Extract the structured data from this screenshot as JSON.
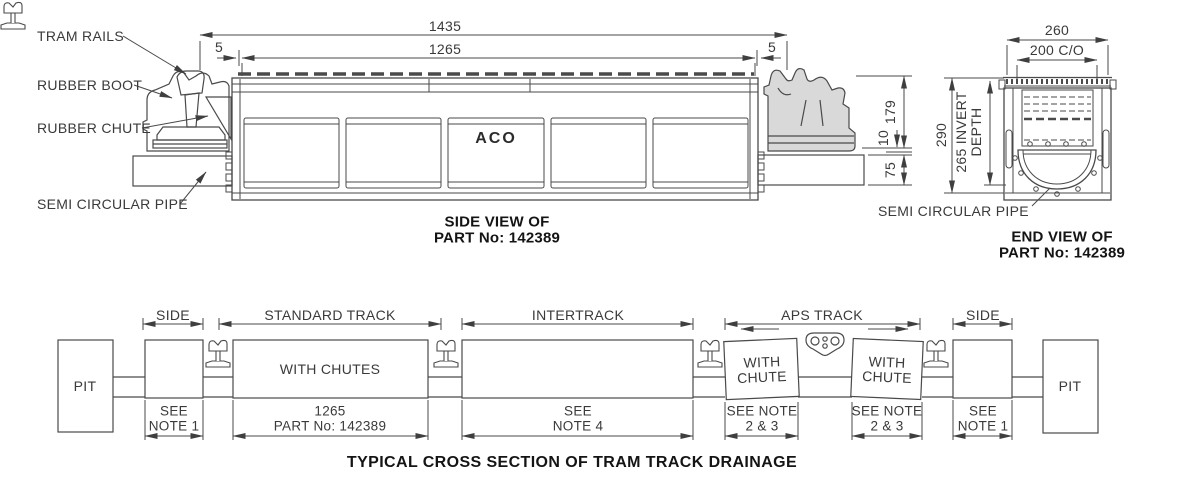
{
  "colors": {
    "line": "#4a4a4a",
    "text": "#3a3a3a",
    "caption": "#141414",
    "rail_fill": "#d9d9d9"
  },
  "side_view": {
    "labels": {
      "tram_rails": "TRAM RAILS",
      "rubber_boot": "RUBBER BOOT",
      "rubber_chute": "RUBBER CHUTE",
      "semi_circular_pipe": "SEMI CIRCULAR PIPE"
    },
    "dims": {
      "overall": "1435",
      "channel": "1265",
      "end_gap_left": "5",
      "end_gap_right": "5",
      "rail_height": "179",
      "boot_gap": "10",
      "pipe_height": "75"
    },
    "logo": "ACO",
    "caption": {
      "line1": "SIDE VIEW OF",
      "line2": "PART No: 142389"
    }
  },
  "end_view": {
    "dims": {
      "overall_width": "260",
      "clear_opening": "200 C/O",
      "overall_height": "290",
      "invert_line1": "265 INVERT",
      "invert_line2": "DEPTH"
    },
    "labels": {
      "semi_circular_pipe": "SEMI CIRCULAR PIPE"
    },
    "caption": {
      "line1": "END VIEW OF",
      "line2": "PART No: 142389"
    }
  },
  "cross_section": {
    "span_labels": {
      "side_left": "SIDE",
      "standard_track": "STANDARD TRACK",
      "intertrack": "INTERTRACK",
      "aps_track": "APS TRACK",
      "side_right": "SIDE"
    },
    "boxes": {
      "pit_left": "PIT",
      "pit_right": "PIT",
      "with_chutes": "WITH CHUTES",
      "with_chute_line1": "WITH",
      "with_chute_line2": "CHUTE"
    },
    "notes": {
      "note1_line1": "SEE",
      "note1_line2": "NOTE 1",
      "std_line1": "1265",
      "std_line2": "PART No: 142389",
      "note4_line1": "SEE",
      "note4_line2": "NOTE 4",
      "note23_line1": "SEE NOTE",
      "note23_line2": "2 & 3"
    },
    "caption": "TYPICAL CROSS SECTION OF TRAM TRACK DRAINAGE"
  }
}
